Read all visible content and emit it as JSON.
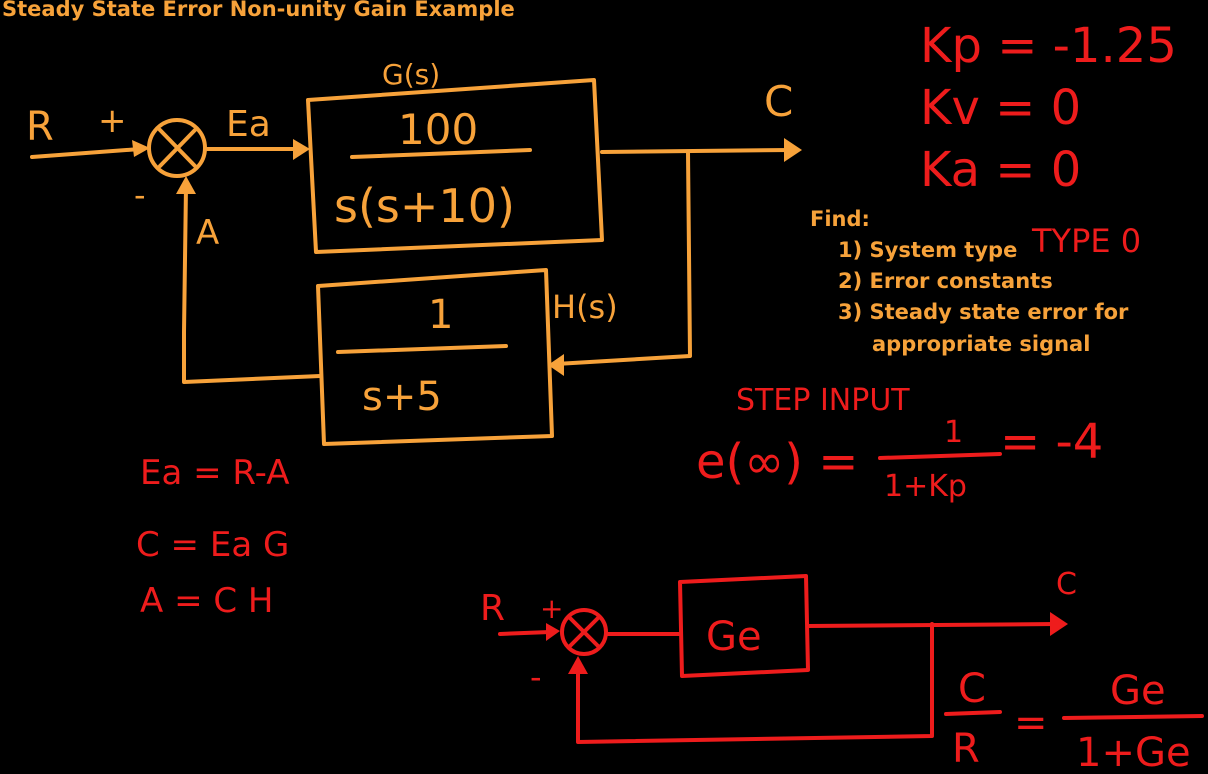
{
  "title": "Steady State Error Non-unity Gain Example",
  "find": {
    "heading": "Find:",
    "items": [
      "1) System type",
      "2) Error constants",
      "3) Steady state error for",
      "appropriate signal"
    ]
  },
  "diagram1": {
    "input": "R",
    "plus": "+",
    "minus": "-",
    "error_label": "Ea",
    "feedback_label": "A",
    "output": "C",
    "g_label": "G(s)",
    "g_num": "100",
    "g_den": "s(s+10)",
    "h_label": "H(s)",
    "h_num": "1",
    "h_den": "s+5"
  },
  "constants": {
    "kp": "Kp = -1.25",
    "kv": "Kv = 0",
    "ka": "Ka = 0"
  },
  "type_answer": "TYPE 0",
  "step_input": "STEP INPUT",
  "error_eq": {
    "lhs": "e(∞) =",
    "num": "1",
    "den": "1+Kp",
    "result": "= -4"
  },
  "equations": [
    "Ea = R-A",
    "C = Ea G",
    "A = C H"
  ],
  "diagram2": {
    "input": "R",
    "plus": "+",
    "minus": "-",
    "block": "Ge",
    "output": "C",
    "ratio_num": "C",
    "ratio_den": "R",
    "rhs_num": "Ge",
    "rhs_den": "1+Ge",
    "equals": "="
  },
  "colors": {
    "background": "#000000",
    "orange": "#f7a23a",
    "red": "#ee1c1c"
  }
}
